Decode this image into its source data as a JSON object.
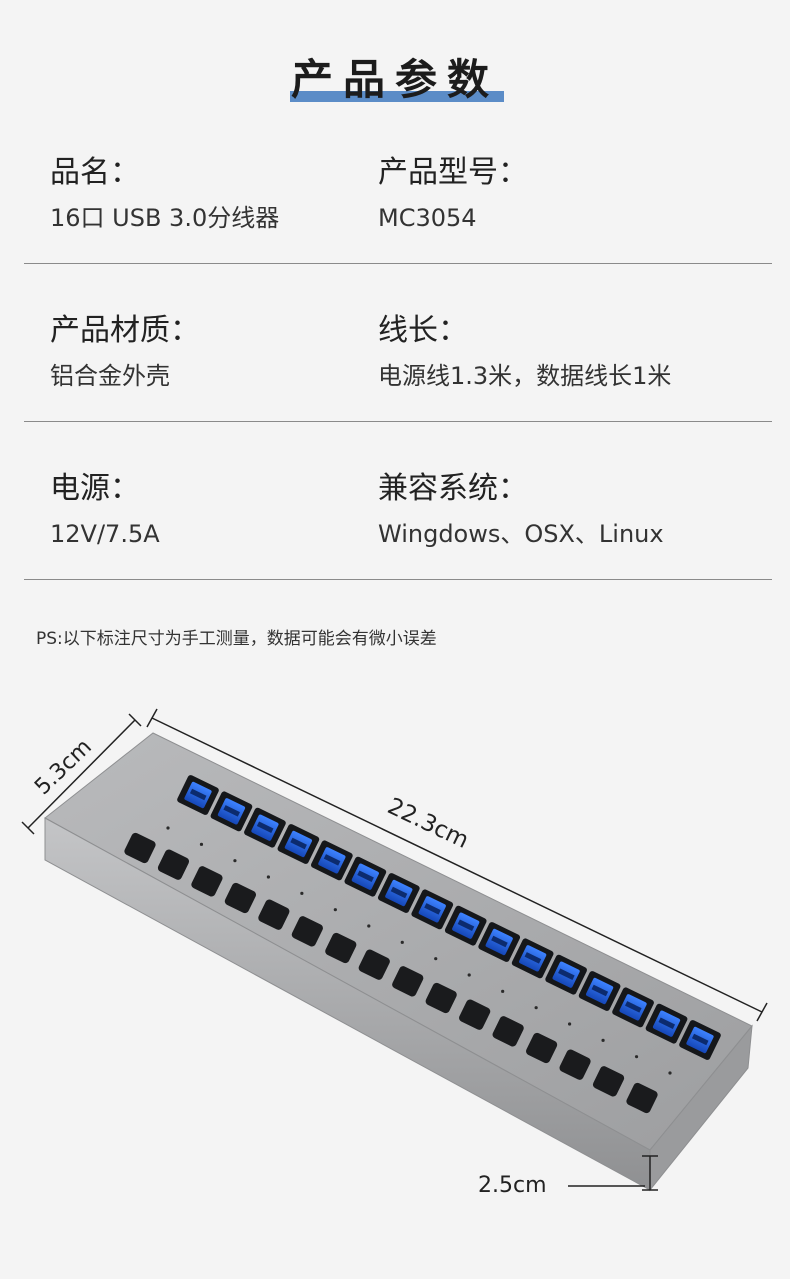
{
  "title": "产品参数",
  "specs": [
    {
      "left": {
        "label": "品名：",
        "value": "16口 USB 3.0分线器"
      },
      "right": {
        "label": "产品型号：",
        "value": "MC3054"
      }
    },
    {
      "left": {
        "label": "产品材质：",
        "value": "铝合金外壳"
      },
      "right": {
        "label": "线长：",
        "value": "电源线1.3米，数据线长1米"
      }
    },
    {
      "left": {
        "label": "电源：",
        "value": "12V/7.5A"
      },
      "right": {
        "label": "兼容系统：",
        "value": "Wingdows、OSX、Linux"
      }
    }
  ],
  "note": "PS:以下标注尺寸为手工测量，数据可能会有微小误差",
  "dimensions": {
    "width": "5.3cm",
    "length": "22.3cm",
    "height": "2.5cm"
  },
  "device": {
    "port_count": 16,
    "port_color": "#1f5fd6",
    "body_color": "#a8a9ab",
    "title_accent": "#5b8cc7"
  }
}
